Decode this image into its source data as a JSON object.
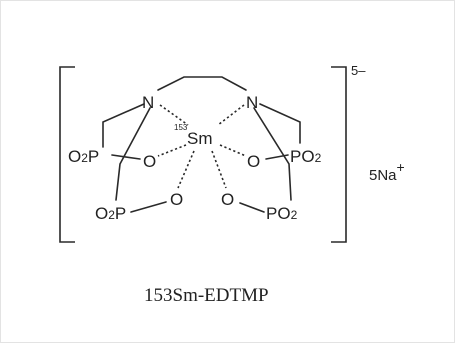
{
  "molecule": {
    "atoms": {
      "n_left": "N",
      "n_right": "N",
      "sm_mass": "153",
      "sm": "Sm",
      "o_left_inner": "O",
      "o_right_inner": "O",
      "o_left_lower": "O",
      "o_right_lower": "O",
      "po2_top_left": {
        "main": "O",
        "sub": "2",
        "tail": "P"
      },
      "po2_bottom_left": {
        "main": "O",
        "sub": "2",
        "tail": "P"
      },
      "po2_top_right": {
        "main": "PO",
        "sub": "2"
      },
      "po2_bottom_right": {
        "main": "PO",
        "sub": "2"
      }
    },
    "charge": "5–",
    "counterion": {
      "label": "5Na",
      "sup": "+"
    }
  },
  "caption": "153Sm-EDTMP"
}
